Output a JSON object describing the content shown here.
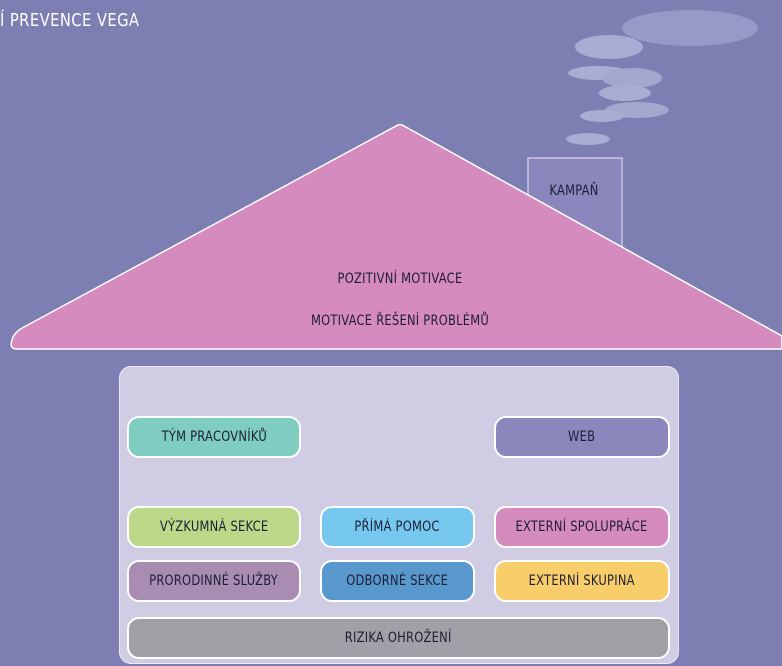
{
  "title": "Í PREVENCE VEGA",
  "roof": {
    "line1": "POZITIVNÍ MOTIVACE",
    "line2": "MOTIVACE ŘEŠENÍ PROBLÉMŮ"
  },
  "chimney": {
    "label": "KAMPAŇ"
  },
  "boxes": {
    "team": "TÝM PRACOVNÍKŮ",
    "web": "WEB",
    "research": "VÝZKUMNÁ SEKCE",
    "direct_help": "PŘÍMÁ POMOC",
    "external_coop": "EXTERNÍ SPOLUPRÁCE",
    "family_services": "PRORODINNÉ SLUŽBY",
    "expert_sections": "ODBORNÉ SEKCE",
    "external_group": "EXTERNÍ SKUPINA",
    "risks": "RIZIKA OHROŽENÍ"
  },
  "colors": {
    "background": "#7d7fb2",
    "roof": "#d58bbd",
    "chimney": "#8b86bc",
    "panel": "#cfcce3",
    "team": "#7ecdc0",
    "web": "#8b86bc",
    "research": "#bcd98a",
    "direct_help": "#76c8ee",
    "external_coop": "#d58bbd",
    "family_services": "#a98cb2",
    "expert_sections": "#5898cd",
    "external_group": "#f7ce69",
    "risks": "#a0a1a6"
  }
}
